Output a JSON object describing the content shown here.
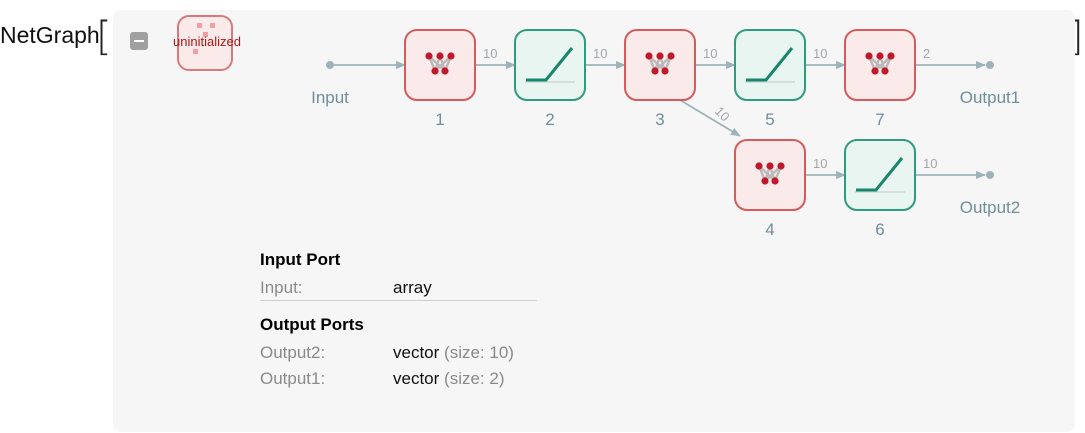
{
  "header": {
    "title": "NetGraph",
    "uninit_label": "uninitialized"
  },
  "graph": {
    "input_label": "Input",
    "outputs": [
      {
        "label": "Output1"
      },
      {
        "label": "Output2"
      }
    ],
    "nodes": [
      {
        "id": "1",
        "kind": "linear"
      },
      {
        "id": "2",
        "kind": "ramp"
      },
      {
        "id": "3",
        "kind": "linear"
      },
      {
        "id": "4",
        "kind": "linear"
      },
      {
        "id": "5",
        "kind": "ramp"
      },
      {
        "id": "6",
        "kind": "ramp"
      },
      {
        "id": "7",
        "kind": "linear"
      }
    ],
    "edges": [
      {
        "from": "Input",
        "to": "1",
        "label": ""
      },
      {
        "from": "1",
        "to": "2",
        "label": "10"
      },
      {
        "from": "2",
        "to": "3",
        "label": "10"
      },
      {
        "from": "3",
        "to": "5",
        "label": "10"
      },
      {
        "from": "5",
        "to": "7",
        "label": "10"
      },
      {
        "from": "7",
        "to": "Output1",
        "label": "2"
      },
      {
        "from": "3",
        "to": "4",
        "label": "10"
      },
      {
        "from": "4",
        "to": "6",
        "label": "10"
      },
      {
        "from": "6",
        "to": "Output2",
        "label": "10"
      }
    ],
    "colors": {
      "linear_border": "#d45c5c",
      "linear_fill": "#fbeaea",
      "ramp_border": "#2f9c7f",
      "ramp_fill": "#e9f5f1",
      "edge": "#9eb3b9",
      "label": "#6f8f9a"
    }
  },
  "info": {
    "input_section": "Input Port",
    "inputs": [
      {
        "name": "Input:",
        "type": "array",
        "detail": ""
      }
    ],
    "output_section": "Output Ports",
    "outputs": [
      {
        "name": "Output2:",
        "type": "vector",
        "detail": "(size: 10)"
      },
      {
        "name": "Output1:",
        "type": "vector",
        "detail": "(size: 2)"
      }
    ]
  }
}
